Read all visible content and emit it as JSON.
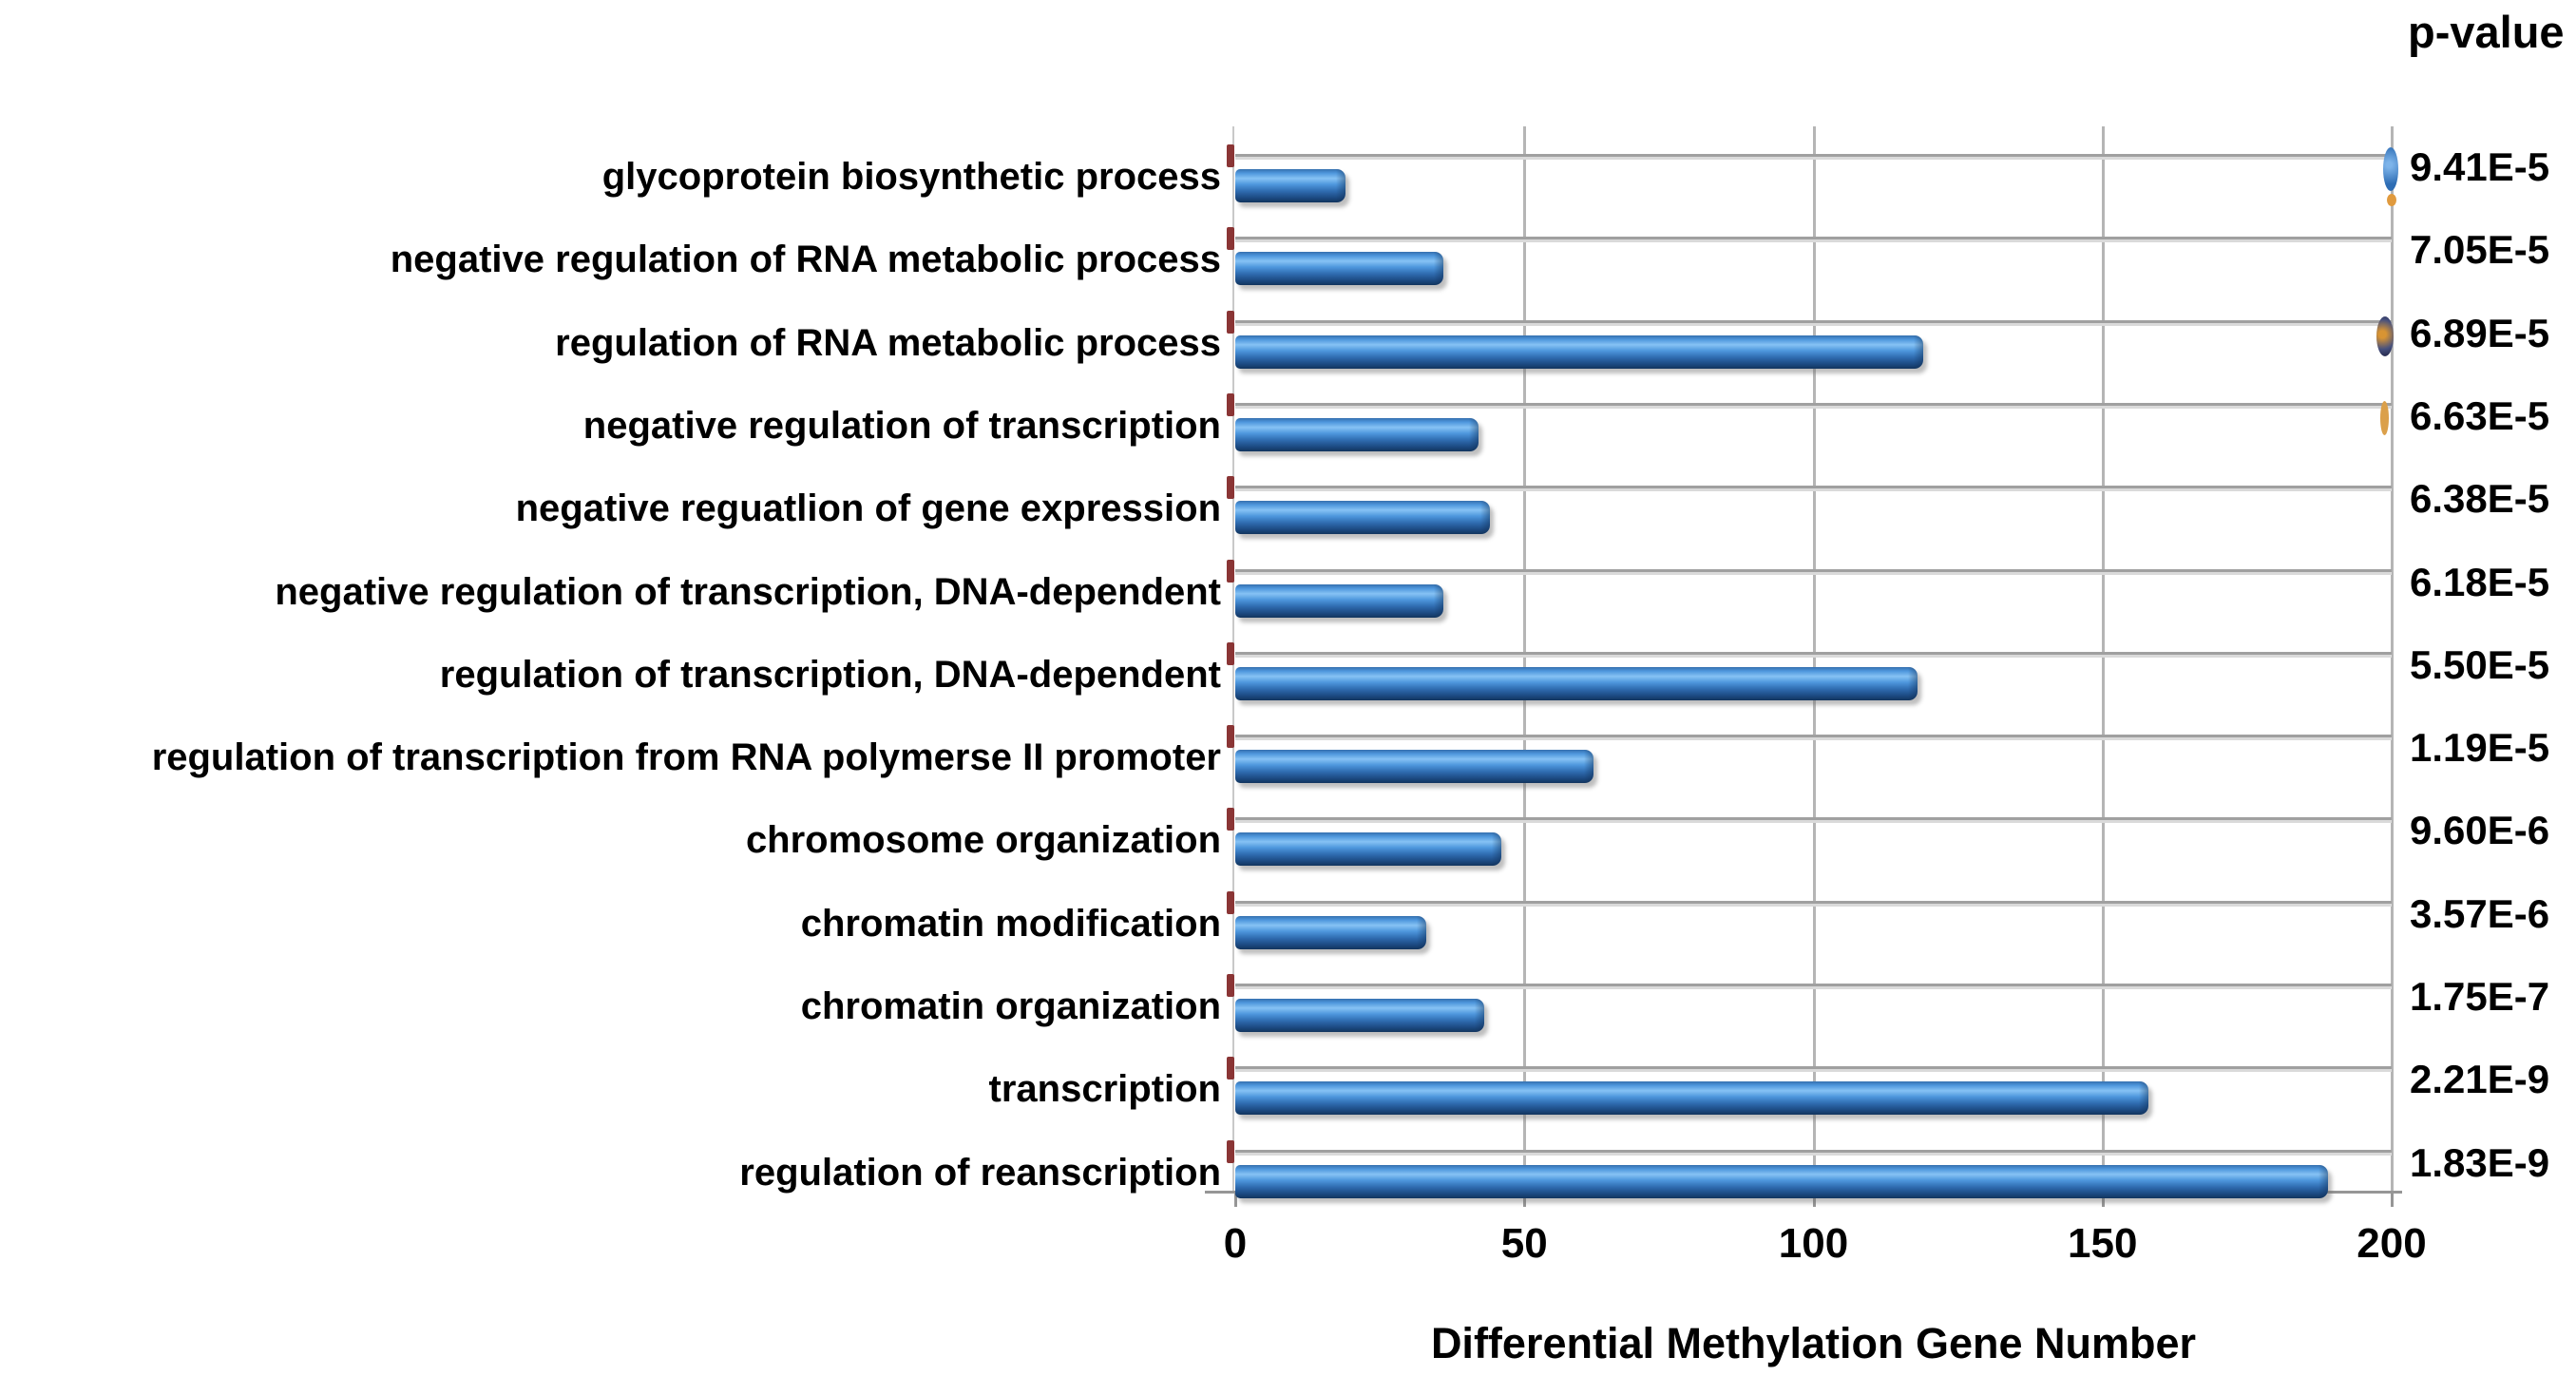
{
  "chart_data": {
    "type": "bar",
    "orientation": "horizontal",
    "title": "",
    "xlabel": "Differential Methylation Gene Number",
    "p_value_header": "p-value",
    "xlim": [
      0,
      200
    ],
    "x_ticks": [
      "0",
      "50",
      "100",
      "150",
      "200"
    ],
    "grid": true,
    "legend": false,
    "bar_color": "#4e97dd",
    "gridline_color": "#a0a0a0",
    "rows": [
      {
        "category": "glycoprotein biosynthetic process",
        "gene_number": 19,
        "p_value": "9.41E-5"
      },
      {
        "category": "negative regulation of RNA metabolic process",
        "gene_number": 36,
        "p_value": "7.05E-5"
      },
      {
        "category": "regulation of RNA metabolic process",
        "gene_number": 119,
        "p_value": "6.89E-5"
      },
      {
        "category": "negative regulation of transcription",
        "gene_number": 42,
        "p_value": "6.63E-5"
      },
      {
        "category": "negative reguatlion of gene expression",
        "gene_number": 44,
        "p_value": "6.38E-5"
      },
      {
        "category": "negative regulation of transcription, DNA-dependent",
        "gene_number": 36,
        "p_value": "6.18E-5"
      },
      {
        "category": "regulation of transcription, DNA-dependent",
        "gene_number": 118,
        "p_value": "5.50E-5"
      },
      {
        "category": "regulation of transcription from RNA polymerse II promoter",
        "gene_number": 62,
        "p_value": "1.19E-5"
      },
      {
        "category": "chromosome organization",
        "gene_number": 46,
        "p_value": "9.60E-6"
      },
      {
        "category": "chromatin modification",
        "gene_number": 33,
        "p_value": "3.57E-6"
      },
      {
        "category": "chromatin organization",
        "gene_number": 43,
        "p_value": "1.75E-7"
      },
      {
        "category": "transcription",
        "gene_number": 158,
        "p_value": "2.21E-9"
      },
      {
        "category": "regulation of reanscription",
        "gene_number": 189,
        "p_value": "1.83E-9"
      }
    ]
  }
}
